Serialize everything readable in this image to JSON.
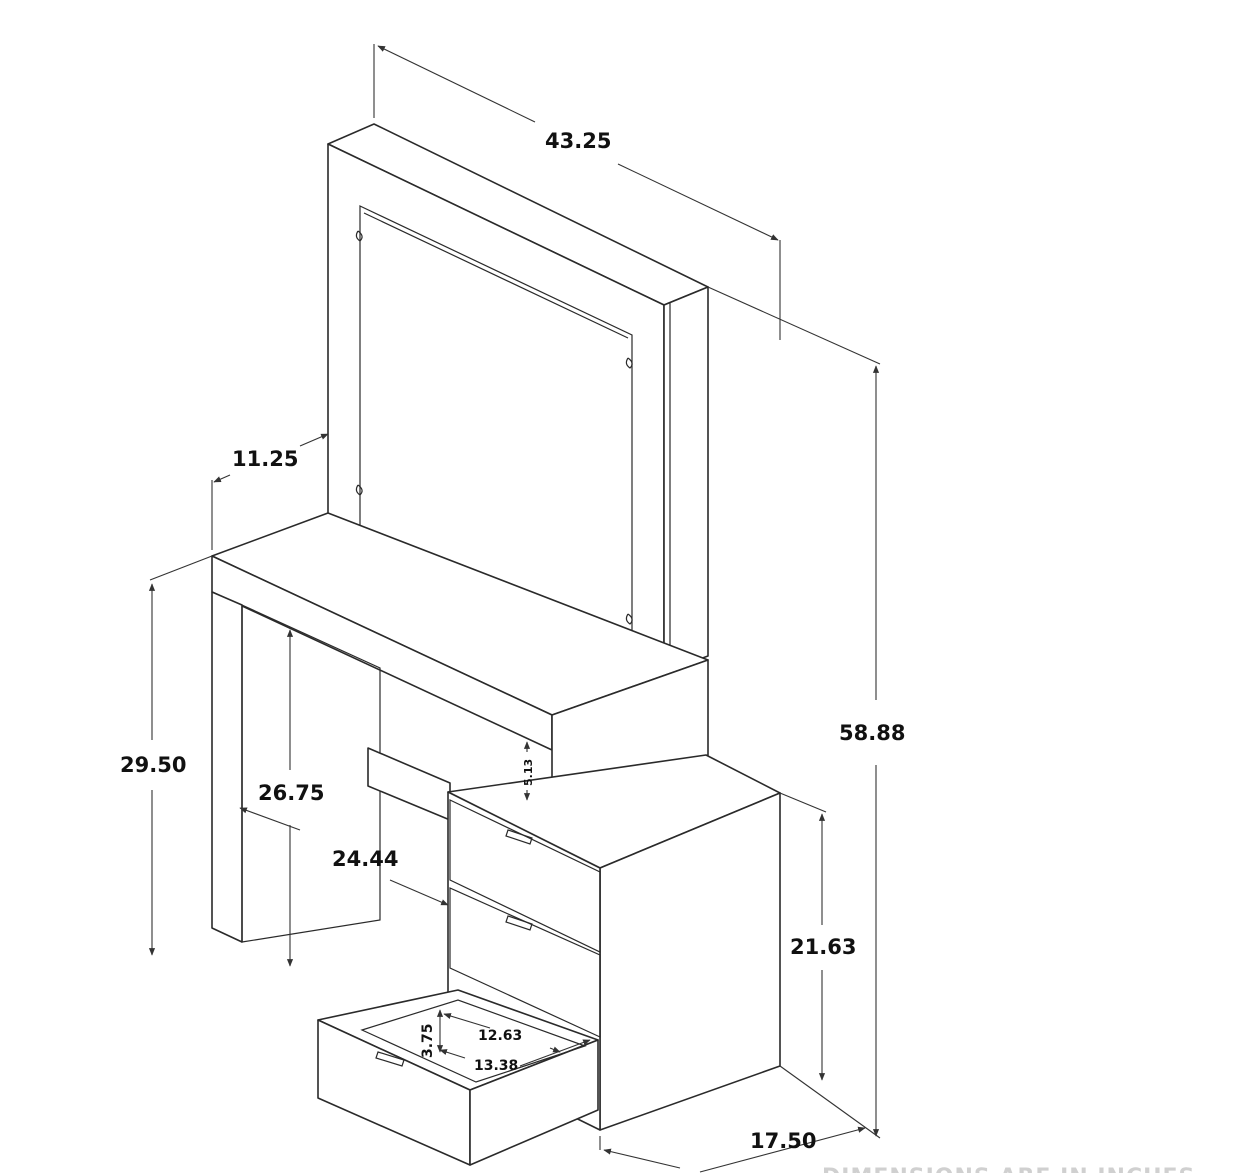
{
  "dimensions": {
    "top_width": "43.25",
    "overall_height": "58.88",
    "top_depth": "11.25",
    "desk_height": "29.50",
    "knee_height": "26.75",
    "knee_width": "24.44",
    "drawer_gap": "5.13",
    "cabinet_height": "21.63",
    "cabinet_depth": "17.50",
    "drawer_inner_height": "3.75",
    "drawer_inner_width": "12.63",
    "drawer_inner_depth": "13.38"
  },
  "footer_text": "DIMENSIONS ARE IN INCHES"
}
